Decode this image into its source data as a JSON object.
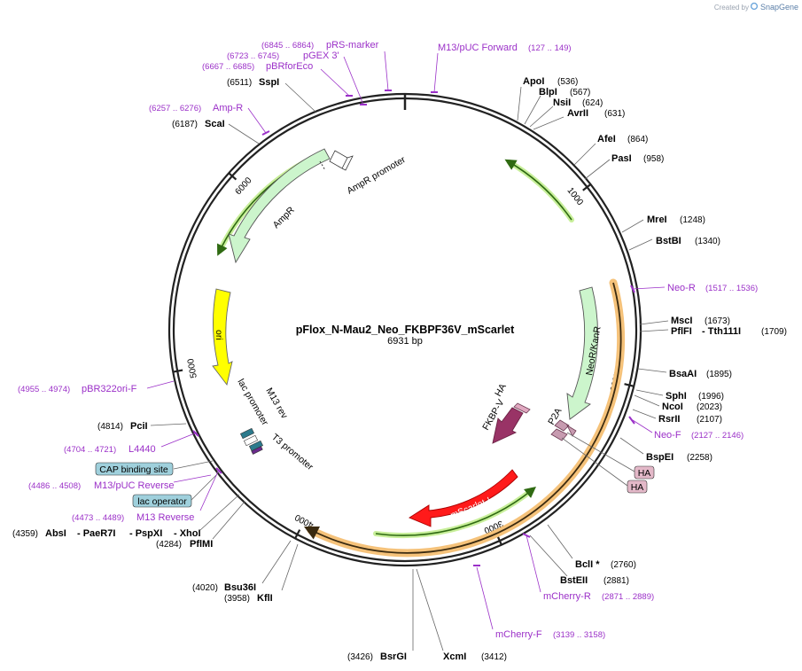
{
  "credit": "Created by",
  "brand": "SnapGene",
  "plasmid": {
    "name": "pFlox_N-Mau2_Neo_FKBPF36V_mScarlet",
    "size_label": "6931 bp",
    "length": 6931,
    "ticks": [
      "1000",
      "2000",
      "3000",
      "4000",
      "5000",
      "6000"
    ]
  },
  "enzymes": [
    {
      "name": "ApoI",
      "pos": "(536)"
    },
    {
      "name": "BlpI",
      "pos": "(567)"
    },
    {
      "name": "NsiI",
      "pos": "(624)"
    },
    {
      "name": "AvrII",
      "pos": "(631)"
    },
    {
      "name": "AfeI",
      "pos": "(864)"
    },
    {
      "name": "PasI",
      "pos": "(958)"
    },
    {
      "name": "MreI",
      "pos": "(1248)"
    },
    {
      "name": "BstBI",
      "pos": "(1340)"
    },
    {
      "name": "MscI",
      "pos": "(1673)"
    },
    {
      "name": "PflFI",
      "pos": ""
    },
    {
      "name": "- Tth111I",
      "pos": "(1709)"
    },
    {
      "name": "BsaAI",
      "pos": "(1895)"
    },
    {
      "name": "SphI",
      "pos": "(1996)"
    },
    {
      "name": "NcoI",
      "pos": "(2023)"
    },
    {
      "name": "RsrII",
      "pos": "(2107)"
    },
    {
      "name": "BspEI",
      "pos": "(2258)"
    },
    {
      "name": "BclI *",
      "pos": "(2760)"
    },
    {
      "name": "BstEII",
      "pos": "(2881)"
    },
    {
      "name": "XcmI",
      "pos": "(3412)"
    },
    {
      "name": "BsrGI",
      "pos": "(3426)"
    },
    {
      "name": "KflI",
      "pos": "(3958)"
    },
    {
      "name": "Bsu36I",
      "pos": "(4020)"
    },
    {
      "name": "PflMI",
      "pos": "(4284)"
    },
    {
      "name": "AbsI",
      "pos": "(4359)"
    },
    {
      "name": "- PaeR7I",
      "pos": ""
    },
    {
      "name": "- PspXI",
      "pos": ""
    },
    {
      "name": "- XhoI",
      "pos": ""
    },
    {
      "name": "PciI",
      "pos": "(4814)"
    },
    {
      "name": "ScaI",
      "pos": "(6187)"
    },
    {
      "name": "SspI",
      "pos": "(6511)"
    }
  ],
  "primers": [
    {
      "name": "M13/pUC Forward",
      "pos": "(127 .. 149)"
    },
    {
      "name": "pRS-marker",
      "pos": "(6845 .. 6864)"
    },
    {
      "name": "pGEX 3'",
      "pos": "(6723 .. 6745)"
    },
    {
      "name": "pBRforEco",
      "pos": "(6667 .. 6685)"
    },
    {
      "name": "Amp-R",
      "pos": "(6257 .. 6276)"
    },
    {
      "name": "Neo-R",
      "pos": "(1517 .. 1536)"
    },
    {
      "name": "Neo-F",
      "pos": "(2127 .. 2146)"
    },
    {
      "name": "mCherry-R",
      "pos": "(2871 .. 2889)"
    },
    {
      "name": "mCherry-F",
      "pos": "(3139 .. 3158)"
    },
    {
      "name": "M13 Reverse",
      "pos": "(4473 .. 4489)"
    },
    {
      "name": "M13/pUC Reverse",
      "pos": "(4486 .. 4508)"
    },
    {
      "name": "L4440",
      "pos": "(4704 .. 4721)"
    },
    {
      "name": "pBR322ori-F",
      "pos": "(4955 .. 4974)"
    }
  ],
  "features": [
    {
      "name": "AmpR promoter"
    },
    {
      "name": "AmpR"
    },
    {
      "name": "ori"
    },
    {
      "name": "lac promoter"
    },
    {
      "name": "M13 rev"
    },
    {
      "name": "T3 promoter"
    },
    {
      "name": "NeoR/KanR"
    },
    {
      "name": "P2A"
    },
    {
      "name": "HA"
    },
    {
      "name": "FKBP-V"
    },
    {
      "name": "mScarlet-I"
    }
  ],
  "boxed_features": [
    {
      "name": "CAP binding site"
    },
    {
      "name": "lac operator"
    },
    {
      "name": "HA"
    },
    {
      "name": "HA"
    }
  ],
  "colors": {
    "backbone": "#222222",
    "primer": "#9b30c8",
    "ampr": "#ccf5cc",
    "ori": "#ffff00",
    "neo": "#ccf5cc",
    "mscarlet": "#ff1a1a",
    "fkbp": "#993366",
    "orf_orange": "#f5c27a",
    "orf_green": "#5aa02c",
    "box_fill": "#9fd0dc"
  }
}
